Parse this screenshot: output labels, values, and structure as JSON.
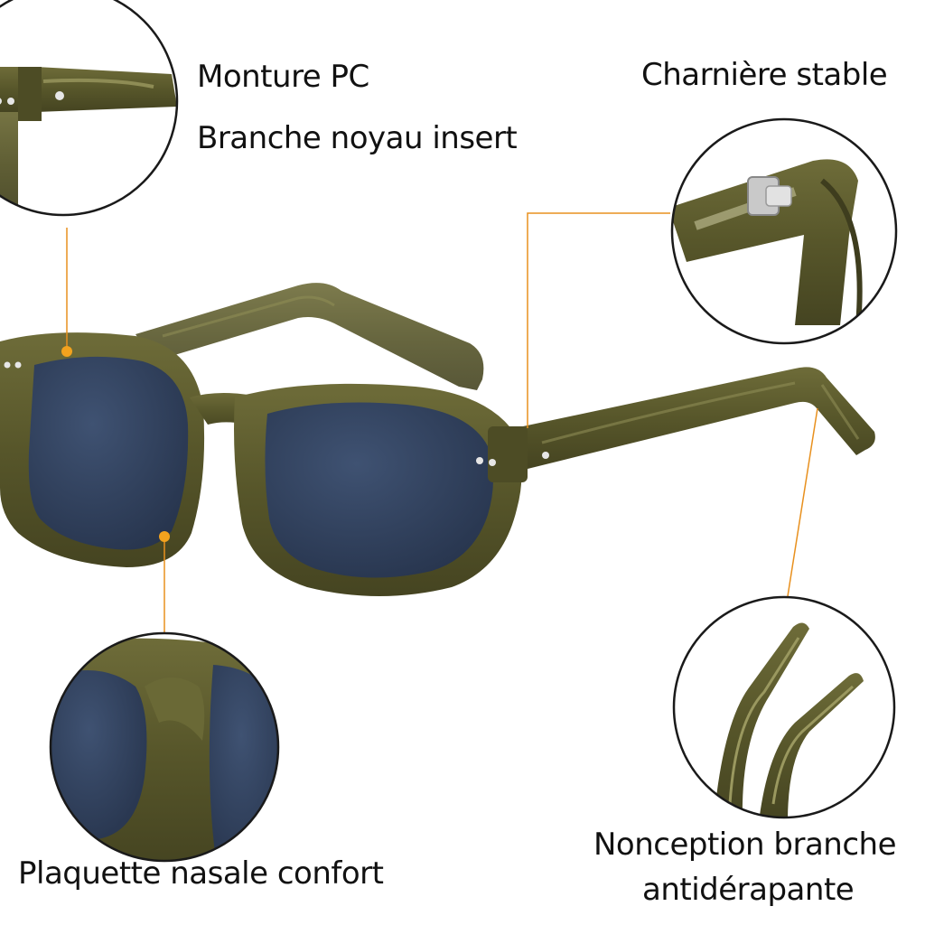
{
  "labels": {
    "frame": "Monture PC",
    "temple_core": "Branche noyau insert",
    "hinge": "Charnière stable",
    "nose_pad": "Plaquette nasale confort",
    "temple_tip_line1": "Nonception branche",
    "temple_tip_line2": "antidérapante"
  },
  "colors": {
    "frame": "#57562a",
    "frame_light": "#7c7a45",
    "lens": "#2f3f5c",
    "callout_line": "#e8901e",
    "callout_dot": "#f2a21e",
    "circle_border": "#1a1a1a"
  }
}
